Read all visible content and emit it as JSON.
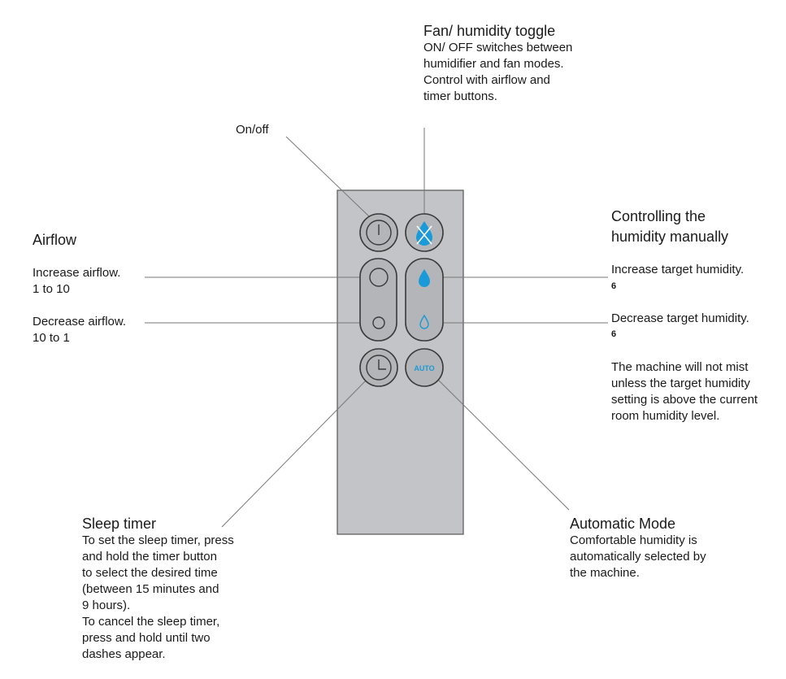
{
  "fan_toggle": {
    "title": "Fan/ humidity toggle",
    "desc": "ON/ OFF switches between\nhumidifier and fan modes.\nControl with airflow and\ntimer buttons."
  },
  "onoff": {
    "label": "On/off"
  },
  "airflow": {
    "title": "Airflow",
    "increase": "Increase airflow.\n1 to 10",
    "decrease": "Decrease airflow.\n10 to 1"
  },
  "humidity": {
    "title": "Controlling the\nhumidity manually",
    "increase": "Increase target humidity.",
    "increase_glyph": "6",
    "decrease": "Decrease target humidity.",
    "decrease_glyph": "6",
    "note": "The machine will not mist\nunless the target humidity\nsetting is above the current\nroom humidity level."
  },
  "sleep_timer": {
    "title": "Sleep timer",
    "desc": "To set the sleep timer, press\nand hold the timer button\nto select the desired time\n(between 15 minutes and\n9 hours).\nTo cancel the sleep timer,\npress and hold until two\ndashes appear."
  },
  "auto_mode": {
    "title": "Automatic Mode",
    "desc": "Comfortable humidity is\nautomatically selected by\nthe machine."
  },
  "remote": {
    "auto_label": "AUTO"
  },
  "colors": {
    "remote_body": "#c2c4c7",
    "accent_blue": "#1a9ad8",
    "button_border": "#3a3a3a"
  }
}
